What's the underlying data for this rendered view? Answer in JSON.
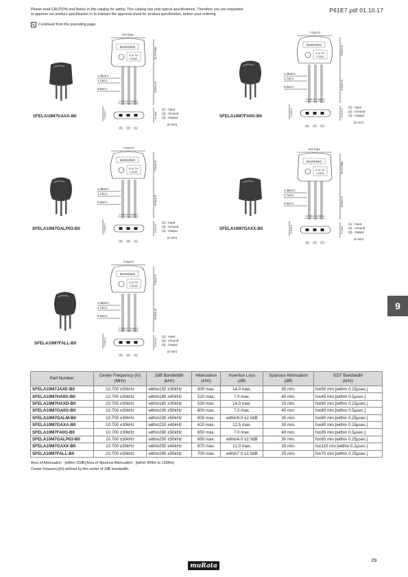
{
  "header": {
    "caution_line1": "Please read CAUTION and Notice in this catalog for safety. This catalog has only typical specifications. Therefore you are requested",
    "caution_line2": "to approve our product specification or to transact the approval sheet for product specification, before your ordering.",
    "pdf_ref": "P61E7.pdf 01.10.17",
    "continued": "Continued from the preceding page."
  },
  "section_tab": "9",
  "drawing_labels": {
    "marking": "MARKING",
    "date_code": "D.A.T.E\nCODE",
    "dim_9": "9.0 max.",
    "dim_7": "7.0±2.0",
    "dim_11": "11.0 max.",
    "dim_76": "7.6±2.0",
    "dim_138": "1.38±0.2",
    "dim_17": "1.7±0.1",
    "dim_05": "0.5±0.1",
    "dim_50": "5.0±1.0",
    "dim_25a": "2.5±0.2",
    "dim_25b": "2.5±0.2",
    "dim_03": "0.3±0.1",
    "dim_3": "3.0±1.0",
    "dim_4max": "4 max.",
    "pin_nums": [
      "(3)",
      "(2)",
      "(1)"
    ],
    "pins_line1": "(1) : Input",
    "pins_line2": "(2) : Ground",
    "pins_line3": "(3) : Output",
    "in_mm": "(in mm)"
  },
  "products": [
    {
      "label": "SFELA10M7GAXA-B0",
      "type": "A"
    },
    {
      "label": "SFELA10M7FA0G-B0",
      "type": "B"
    },
    {
      "label": "SFELA10M7GALP03-B0",
      "type": "B"
    },
    {
      "label": "SFELA10M7GAXX-B0",
      "type": "A"
    },
    {
      "label": "SFELA10M7FALL-B0",
      "type": "B"
    }
  ],
  "table": {
    "headers": [
      "Part Number",
      "Center Frequency (fo)\n(MHz)",
      "3dB Bandwidth\n(kHz)",
      "Attenuation\n(kHz)",
      "Insertion Loss\n(dB)",
      "Spurious Attenuation\n(dB)",
      "GDT Bandwidth\n(kHz)"
    ],
    "rows": [
      [
        "SFELA10M7JAXE-B0",
        "10.700 ±30kHz",
        "within150 ±30kHz",
        "500 max.",
        "14.0 max.",
        "35 min.",
        "fo±50 min.[within 0.15µsec.]"
      ],
      [
        "SFELA10M7HA0G-B0",
        "10.700 ±30kHz",
        "within180 ±40kHz",
        "520 max.",
        "7.0 max.",
        "40 min.",
        "fo±45 min.[within 0.5µsec.]"
      ],
      [
        "SFELA10M7HAXD-B0",
        "10.700 ±30kHz",
        "within180 ±30kHz",
        "530 max.",
        "14.0 max.",
        "33 min.",
        "fo±60 min.[within 0.15µsec.]"
      ],
      [
        "SFELA10M7GA0G-B0",
        "10.700 ±30kHz",
        "within230 ±50kHz",
        "600 max.",
        "7.0 max.",
        "40 min.",
        "fo±60 min.[within 0.5µsec.]"
      ],
      [
        "SFELA10M7GALM-B0",
        "10.700 ±30kHz",
        "within230 ±50kHz",
        "600 max.",
        "within9.0 ±2.0dB",
        "30 min.",
        "fo±60 min.[within 0.25µsec.]"
      ],
      [
        "SFELA10M7GAXA-B0",
        "10.700 ±30kHz",
        "within220 ±40kHz",
        "610 max.",
        "12.5 max.",
        "30 min.",
        "fo±80 min.[within 0.15µsec.]"
      ],
      [
        "SFELA10M7FA0G-B0",
        "10.700 ±30kHz",
        "within280 ±50kHz",
        "650 max.",
        "7.0 max.",
        "40 min.",
        "fo±85 min.[within 0.5µsec.]"
      ],
      [
        "SFELA10M7GALP03-B0",
        "10.700 ±30kHz",
        "within250 ±50kHz",
        "650 max.",
        "within4.0 ±2.0dB",
        "30 min.",
        "fo±65 min.[within 0.25µsec.]"
      ],
      [
        "SFELA10M7GAXX-B0",
        "10.700 ±30kHz",
        "within250 ±40kHz",
        "670 max.",
        "12.0 max.",
        "25 min.",
        "fo±110 min.[within 0.2µsec.]"
      ],
      [
        "SFELA10M7FALL-B0",
        "10.700 ±30kHz",
        "within280 ±50kHz",
        "700 max.",
        "within7.0 ±2.0dB",
        "25 min.",
        "fo±70 min.[within 0.25µsec.]"
      ]
    ]
  },
  "notes": {
    "line1": "Area of Attenuation : [within 20dB]      Area of Spurious Attenuation : [within 9MHz to 12MHz]",
    "line2": "Center frequency(fo) defined by the center of 3dB bandwidth."
  },
  "footer": {
    "logo": "muRata",
    "page_number": "29"
  }
}
